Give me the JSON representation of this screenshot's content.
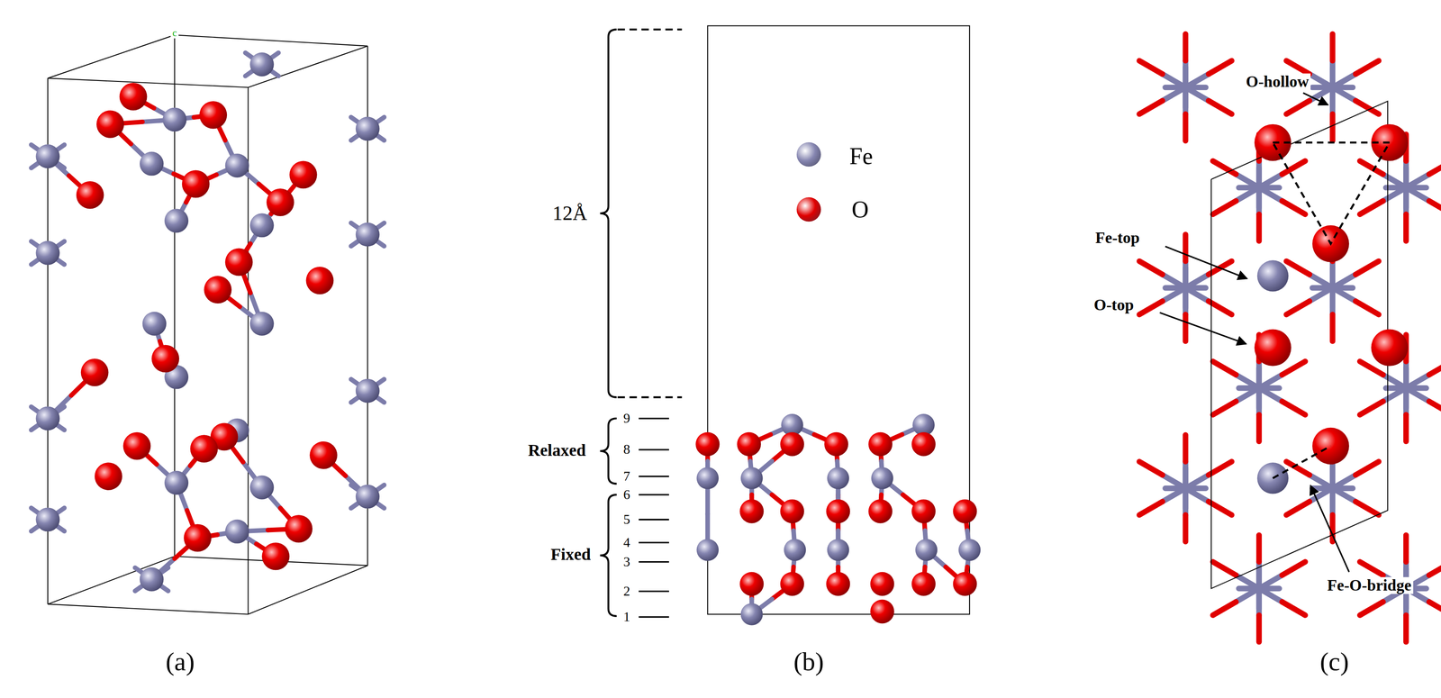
{
  "diagram": {
    "labels": [
      "(a)",
      "(b)",
      "(c)",
      "c",
      "12Å",
      "Relaxed",
      "Fixed",
      "9",
      "8",
      "7",
      "6",
      "5",
      "4",
      "3",
      "2",
      "1",
      "O-hollow",
      "Fe-top",
      "O-top",
      "Fe-O-bridge"
    ],
    "legend": [
      {
        "text": "Fe",
        "color": "#8585b0"
      },
      {
        "text": "O",
        "color": "#e00000"
      }
    ]
  }
}
